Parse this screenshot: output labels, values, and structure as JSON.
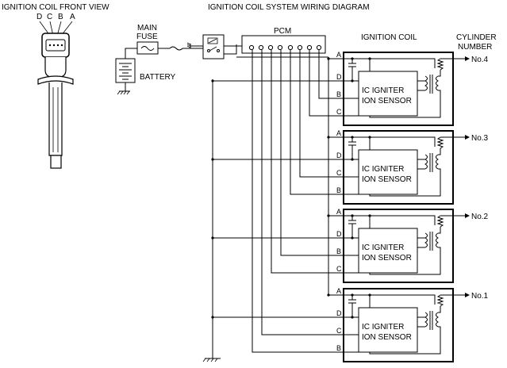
{
  "front_view": {
    "title": "IGNITION COIL FRONT VIEW",
    "pins": [
      "D",
      "C",
      "B",
      "A"
    ]
  },
  "wiring": {
    "title": "IGNITION COIL SYSTEM WIRING DIAGRAM",
    "main_fuse": [
      "MAIN",
      "FUSE"
    ],
    "battery": "BATTERY",
    "pcm": "PCM",
    "ignition_coil": "IGNITION COIL",
    "cylinder_header": [
      "CYLINDER",
      "NUMBER"
    ]
  },
  "coils": [
    {
      "cylinder": "No.4",
      "pins": [
        "A",
        "D",
        "B",
        "C"
      ],
      "module": [
        "IC IGNITER",
        "ION SENSOR"
      ]
    },
    {
      "cylinder": "No.3",
      "pins": [
        "A",
        "D",
        "C",
        "B"
      ],
      "module": [
        "IC IGNITER",
        "ION SENSOR"
      ]
    },
    {
      "cylinder": "No.2",
      "pins": [
        "A",
        "D",
        "B",
        "C"
      ],
      "module": [
        "IC IGNITER",
        "ION SENSOR"
      ]
    },
    {
      "cylinder": "No.1",
      "pins": [
        "A",
        "D",
        "C",
        "B"
      ],
      "module": [
        "IC IGNITER",
        "ION SENSOR"
      ]
    }
  ]
}
